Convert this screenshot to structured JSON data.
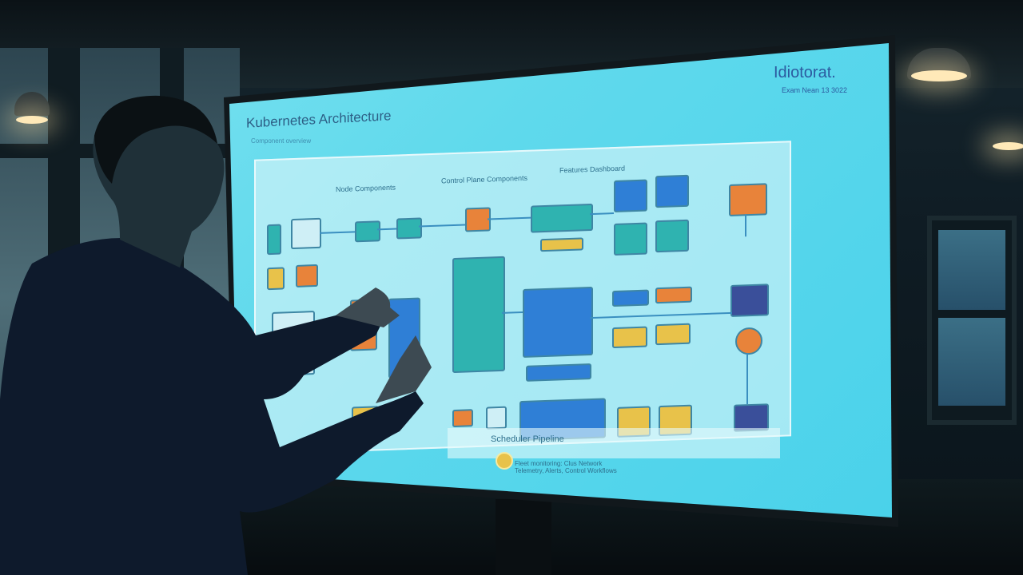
{
  "screen": {
    "title": "Kubernetes Architecture",
    "subtitle": "Component overview",
    "logo": "Idiotorat.",
    "logo_sub": "Exam Nean 13 3022",
    "sections": {
      "left": "Node Components",
      "control_plane": "Control Plane Components",
      "features": "Features Dashboard"
    },
    "footer_title": "Scheduler Pipeline",
    "footer_text": "Fleet monitoring: Clus Network Telemetry, Alerts, Control Workflows"
  },
  "colors": {
    "screen": "#5fd9ec",
    "room": "#0f1c24",
    "accent_orange": "#e8833a",
    "accent_blue": "#2f7fd6"
  }
}
